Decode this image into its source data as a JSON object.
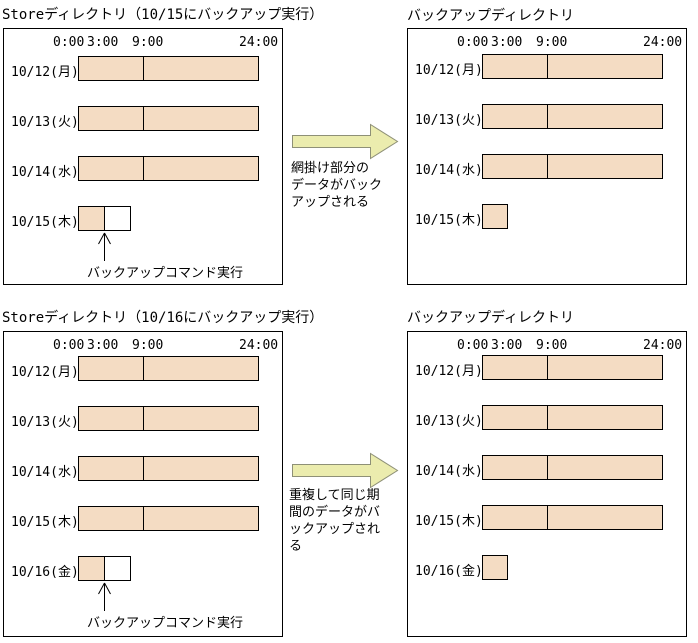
{
  "colors": {
    "background": "#ffffff",
    "text": "#000000",
    "panel_border": "#000000",
    "bar_fill": "#f4dcc3",
    "bar_border": "#000000",
    "arrow_fill": "#ebecae",
    "arrow_border": "#8e9077"
  },
  "timeline": {
    "tick_labels": [
      "0:00",
      "3:00",
      "9:00",
      "24:00"
    ],
    "bar_start_hour": 0,
    "bar_end_hour": 24,
    "bar_divider_hour": 9,
    "partial_filled_range": "0:00-3:00"
  },
  "sections": [
    {
      "store": {
        "title": "Storeディレクトリ（10/15にバックアップ実行）",
        "rows": [
          {
            "label": "10/12(月)",
            "type": "full"
          },
          {
            "label": "10/13(火)",
            "type": "full"
          },
          {
            "label": "10/14(水)",
            "type": "full"
          },
          {
            "label": "10/15(木)",
            "type": "partial"
          }
        ],
        "annotation": "バックアップコマンド実行"
      },
      "arrow_caption": "網掛け部分の\nデータがバック\nアップされる",
      "backup": {
        "title": "バックアップディレクトリ",
        "rows": [
          {
            "label": "10/12(月)",
            "type": "full"
          },
          {
            "label": "10/13(火)",
            "type": "full"
          },
          {
            "label": "10/14(水)",
            "type": "full"
          },
          {
            "label": "10/15(木)",
            "type": "square"
          }
        ]
      }
    },
    {
      "store": {
        "title": "Storeディレクトリ（10/16にバックアップ実行）",
        "rows": [
          {
            "label": "10/12(月)",
            "type": "full"
          },
          {
            "label": "10/13(火)",
            "type": "full"
          },
          {
            "label": "10/14(水)",
            "type": "full"
          },
          {
            "label": "10/15(木)",
            "type": "full"
          },
          {
            "label": "10/16(金)",
            "type": "partial"
          }
        ],
        "annotation": "バックアップコマンド実行"
      },
      "arrow_caption": "重複して同じ期\n間のデータがバ\nックアップされ\nる",
      "backup": {
        "title": "バックアップディレクトリ",
        "rows": [
          {
            "label": "10/12(月)",
            "type": "full"
          },
          {
            "label": "10/13(火)",
            "type": "full"
          },
          {
            "label": "10/14(水)",
            "type": "full"
          },
          {
            "label": "10/15(木)",
            "type": "full"
          },
          {
            "label": "10/16(金)",
            "type": "square"
          }
        ]
      }
    }
  ]
}
